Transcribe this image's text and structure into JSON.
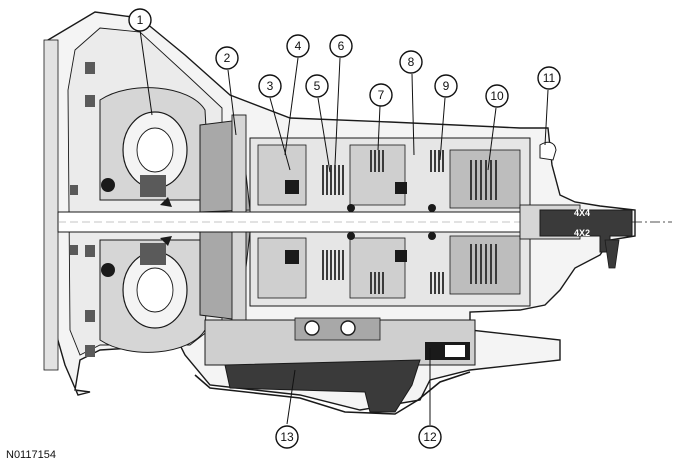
{
  "figure": {
    "reference_code": "N0117154",
    "callouts": [
      "1",
      "2",
      "3",
      "4",
      "5",
      "6",
      "7",
      "8",
      "9",
      "10",
      "11",
      "12",
      "13"
    ],
    "output_labels": {
      "upper": "4X4",
      "lower": "4X2"
    },
    "colors": {
      "housing_fill": "#f4f4f4",
      "housing_stroke": "#1a1a1a",
      "shade_light": "#d6d6d6",
      "shade_mid": "#a8a8a8",
      "shade_dark": "#5a5a5a",
      "black": "#1a1a1a"
    }
  }
}
